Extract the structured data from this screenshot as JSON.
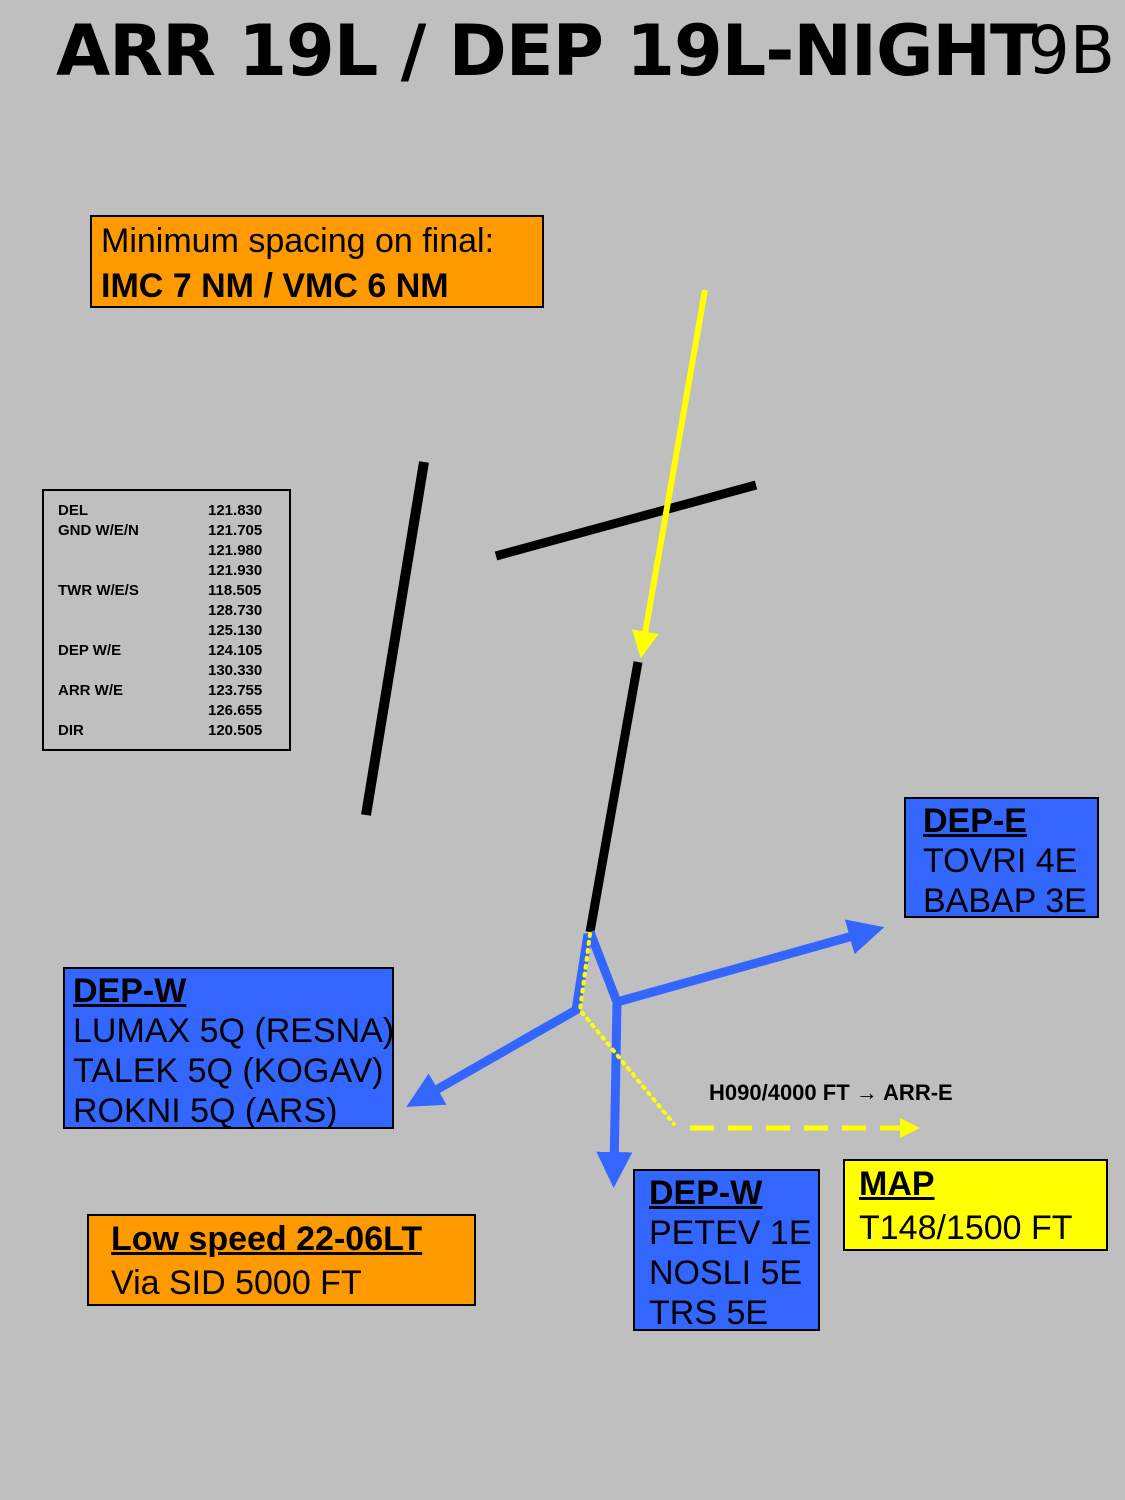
{
  "header": {
    "title": "ARR 19L / DEP 19L-NIGHT",
    "page_code": "9B"
  },
  "spacing": {
    "line1": "Minimum spacing on final:",
    "line2": "IMC 7 NM / VMC 6 NM"
  },
  "frequencies": [
    {
      "label": "DEL",
      "value": "121.830"
    },
    {
      "label": "GND W/E/N",
      "value": "121.705"
    },
    {
      "label": "",
      "value": "121.980"
    },
    {
      "label": "",
      "value": "121.930"
    },
    {
      "label": "TWR W/E/S",
      "value": "118.505"
    },
    {
      "label": "",
      "value": "128.730"
    },
    {
      "label": "",
      "value": "125.130"
    },
    {
      "label": "DEP W/E",
      "value": "124.105"
    },
    {
      "label": "",
      "value": "130.330"
    },
    {
      "label": "ARR W/E",
      "value": "123.755"
    },
    {
      "label": "",
      "value": "126.655"
    },
    {
      "label": "DIR",
      "value": "120.505"
    }
  ],
  "dep_east": {
    "heading": "DEP-E",
    "lines": [
      "TOVRI 4E",
      "BABAP 3E"
    ]
  },
  "dep_west": {
    "heading": "DEP-W",
    "lines": [
      "LUMAX 5Q (RESNA)",
      "TALEK 5Q (KOGAV)",
      "ROKNI 5Q (ARS)"
    ]
  },
  "dep_south": {
    "heading": "DEP-W",
    "lines": [
      "PETEV 1E",
      "NOSLI 5E",
      "TRS 5E"
    ]
  },
  "map_box": {
    "heading": "MAP",
    "line": "T148/1500 FT"
  },
  "low_speed": {
    "heading": "Low speed 22-06LT",
    "line": "Via SID 5000 FT"
  },
  "arr_east_note": "H090/4000 FT → ARR-E",
  "colors": {
    "background": "#bfbfbf",
    "orange": "#ff9900",
    "blue": "#3366ff",
    "yellow": "#ffff00"
  }
}
